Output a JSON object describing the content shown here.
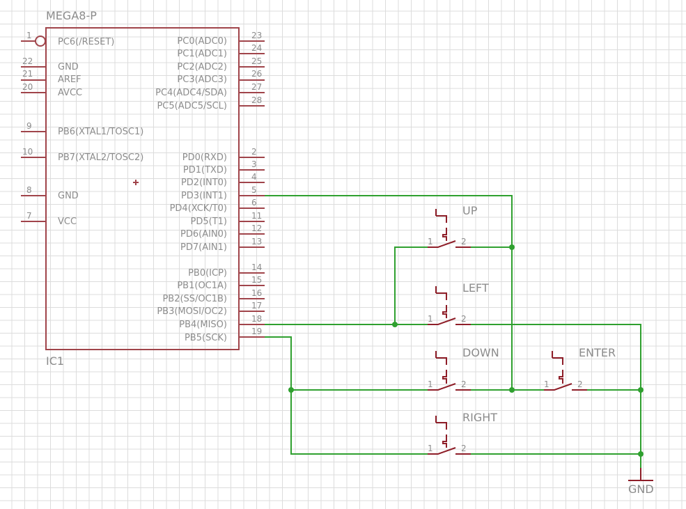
{
  "component": {
    "name": "MEGA8-P",
    "ref": "IC1",
    "left_pins": [
      {
        "num": "1",
        "label": "PC6(/RESET)"
      },
      {
        "num": "22",
        "label": "GND"
      },
      {
        "num": "21",
        "label": "AREF"
      },
      {
        "num": "20",
        "label": "AVCC"
      },
      {
        "num": "9",
        "label": "PB6(XTAL1/TOSC1)"
      },
      {
        "num": "10",
        "label": "PB7(XTAL2/TOSC2)"
      },
      {
        "num": "8",
        "label": "GND"
      },
      {
        "num": "7",
        "label": "VCC"
      }
    ],
    "right_pins": [
      {
        "num": "23",
        "label": "PC0(ADC0)"
      },
      {
        "num": "24",
        "label": "PC1(ADC1)"
      },
      {
        "num": "25",
        "label": "PC2(ADC2)"
      },
      {
        "num": "26",
        "label": "PC3(ADC3)"
      },
      {
        "num": "27",
        "label": "PC4(ADC4/SDA)"
      },
      {
        "num": "28",
        "label": "PC5(ADC5/SCL)"
      },
      {
        "num": "2",
        "label": "PD0(RXD)"
      },
      {
        "num": "3",
        "label": "PD1(TXD)"
      },
      {
        "num": "4",
        "label": "PD2(INT0)"
      },
      {
        "num": "5",
        "label": "PD3(INT1)"
      },
      {
        "num": "6",
        "label": "PD4(XCK/T0)"
      },
      {
        "num": "11",
        "label": "PD5(T1)"
      },
      {
        "num": "12",
        "label": "PD6(AIN0)"
      },
      {
        "num": "13",
        "label": "PD7(AIN1)"
      },
      {
        "num": "14",
        "label": "PB0(ICP)"
      },
      {
        "num": "15",
        "label": "PB1(OC1A)"
      },
      {
        "num": "16",
        "label": "PB2(SS/OC1B)"
      },
      {
        "num": "17",
        "label": "PB3(MOSI/OC2)"
      },
      {
        "num": "18",
        "label": "PB4(MISO)"
      },
      {
        "num": "19",
        "label": "PB5(SCK)"
      }
    ]
  },
  "switches": [
    {
      "name": "UP",
      "pin1": "1",
      "pin2": "2"
    },
    {
      "name": "LEFT",
      "pin1": "1",
      "pin2": "2"
    },
    {
      "name": "DOWN",
      "pin1": "1",
      "pin2": "2"
    },
    {
      "name": "ENTER",
      "pin1": "1",
      "pin2": "2"
    },
    {
      "name": "RIGHT",
      "pin1": "1",
      "pin2": "2"
    }
  ],
  "ground": {
    "label": "GND"
  },
  "colors": {
    "component": "#a0444a",
    "switch": "#8e1e28",
    "wire": "#2fa02f",
    "text": "#8c8c8c",
    "grid": "#dcdcdc"
  }
}
